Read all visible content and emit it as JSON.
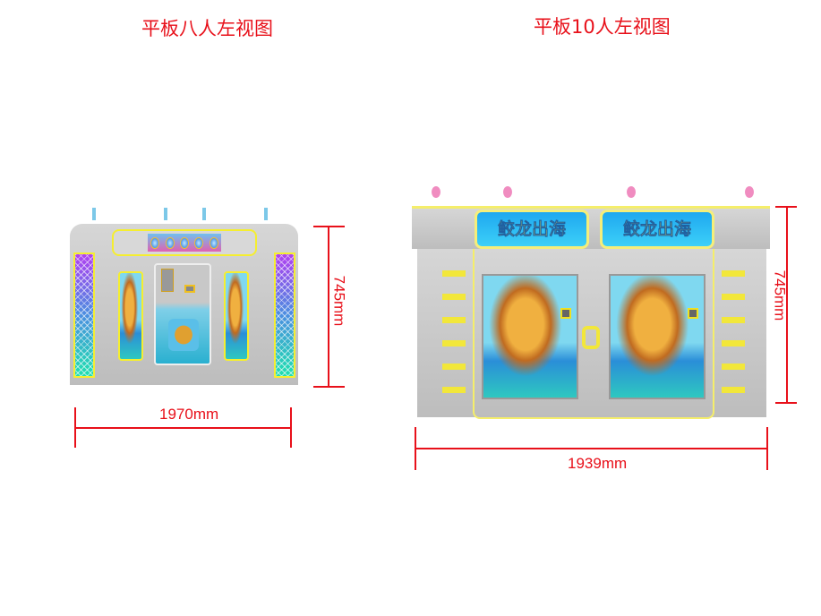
{
  "left_view": {
    "title": "平板八人左视图",
    "height_label": "745mm",
    "width_label": "1970mm"
  },
  "right_view": {
    "title": "平板10人左视图",
    "height_label": "745mm",
    "width_label": "1939mm",
    "banner_text": "鲛龙出海"
  },
  "colors": {
    "dimension": "#e8101a",
    "cabinet": "#c8c8c8",
    "accent_yellow": "#f2e73a"
  }
}
